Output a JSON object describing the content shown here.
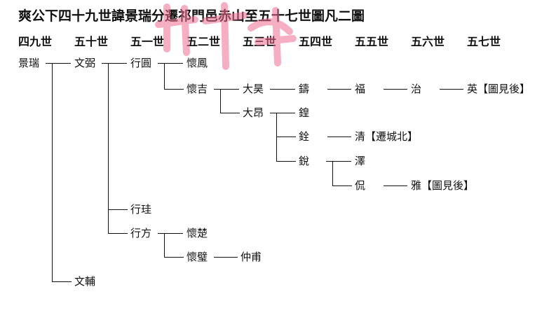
{
  "title": "爽公下四十九世諱景瑞分遷祁門邑赤山至五十七世圖凡二圖",
  "generations": [
    "四九世",
    "五十世",
    "五一世",
    "五二世",
    "五三世",
    "五四世",
    "五五世",
    "五六世",
    "五七世"
  ],
  "names": {
    "jingrui": "景瑞",
    "wenbi": "文弼",
    "wenfu": "文輔",
    "xingyuan": "行圓",
    "xinggui": "行珪",
    "xingfang": "行方",
    "huaifeng": "懷鳳",
    "huaiji": "懷吉",
    "huaichu": "懷楚",
    "huaibi": "懷璧",
    "dahao": "大昊",
    "daang": "大昂",
    "zhongfu": "仲甫",
    "chou": "鑄",
    "huang": "鍠",
    "quan": "銓",
    "rui": "銳",
    "fu": "福",
    "qing": "清【遷城北】",
    "ze": "澤",
    "kan": "侃",
    "zhi": "治",
    "ya": "雅【圖見後】",
    "ying": "英【圖見後】"
  },
  "watermark_color": "#f06c93"
}
